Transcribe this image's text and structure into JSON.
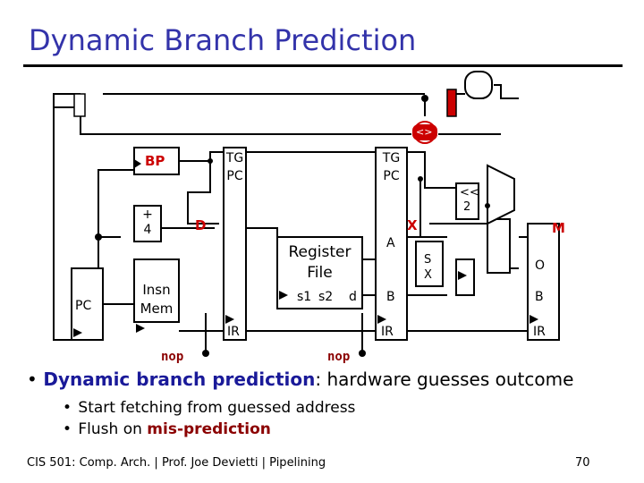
{
  "slide": {
    "title": "Dynamic Branch Prediction",
    "footer": "CIS 501: Comp. Arch. | Prof. Joe Devietti | Pipelining",
    "page_number": "70"
  },
  "diagram": {
    "bp": "BP",
    "tg": "TG",
    "pc": "PC",
    "plus": "+",
    "four": "4",
    "d": "D",
    "x": "X",
    "m": "M",
    "insn": "Insn",
    "mem": "Mem",
    "register": "Register",
    "file": "File",
    "s1": "s1",
    "s2": "s2",
    "dd": "d",
    "a": "A",
    "b": "B",
    "o": "O",
    "s": "S",
    "xx": "X",
    "shift": "<<",
    "two": "2",
    "ir": "IR",
    "cmp": "<>",
    "nop": "nop"
  },
  "bullets": {
    "main_em": "Dynamic branch prediction",
    "main_rest": ": hardware guesses outcome",
    "sub1": "Start fetching from guessed address",
    "sub2_pre": "Flush on ",
    "sub2_em": "mis-prediction"
  }
}
